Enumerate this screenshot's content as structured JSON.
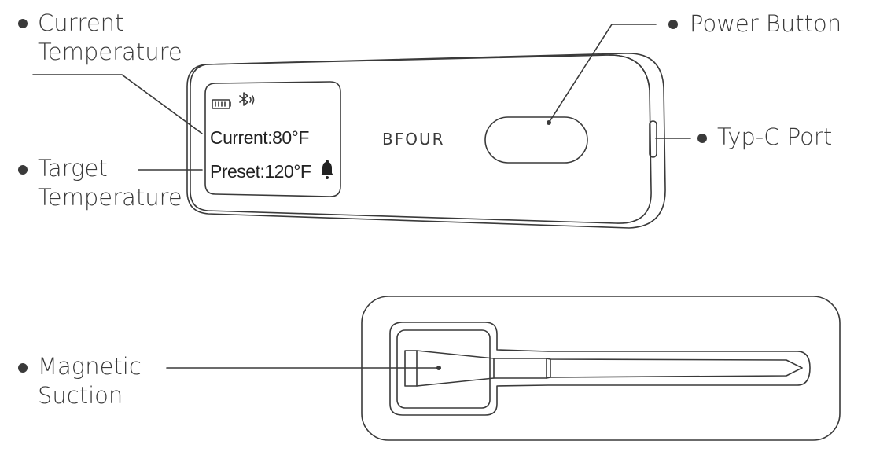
{
  "labels": {
    "current_temperature": [
      "Current",
      "Temperature"
    ],
    "target_temperature": [
      "Target",
      "Temperature"
    ],
    "power_button": "Power Button",
    "typec_port": "Typ-C Port",
    "magnetic_suction": [
      "Magnetic",
      "Suction"
    ]
  },
  "device": {
    "brand": "BFOUR",
    "screen_current": "Current:80°F",
    "screen_preset": "Preset:120°F"
  },
  "icons": [
    "battery-icon",
    "bluetooth-icon",
    "bell-icon"
  ]
}
